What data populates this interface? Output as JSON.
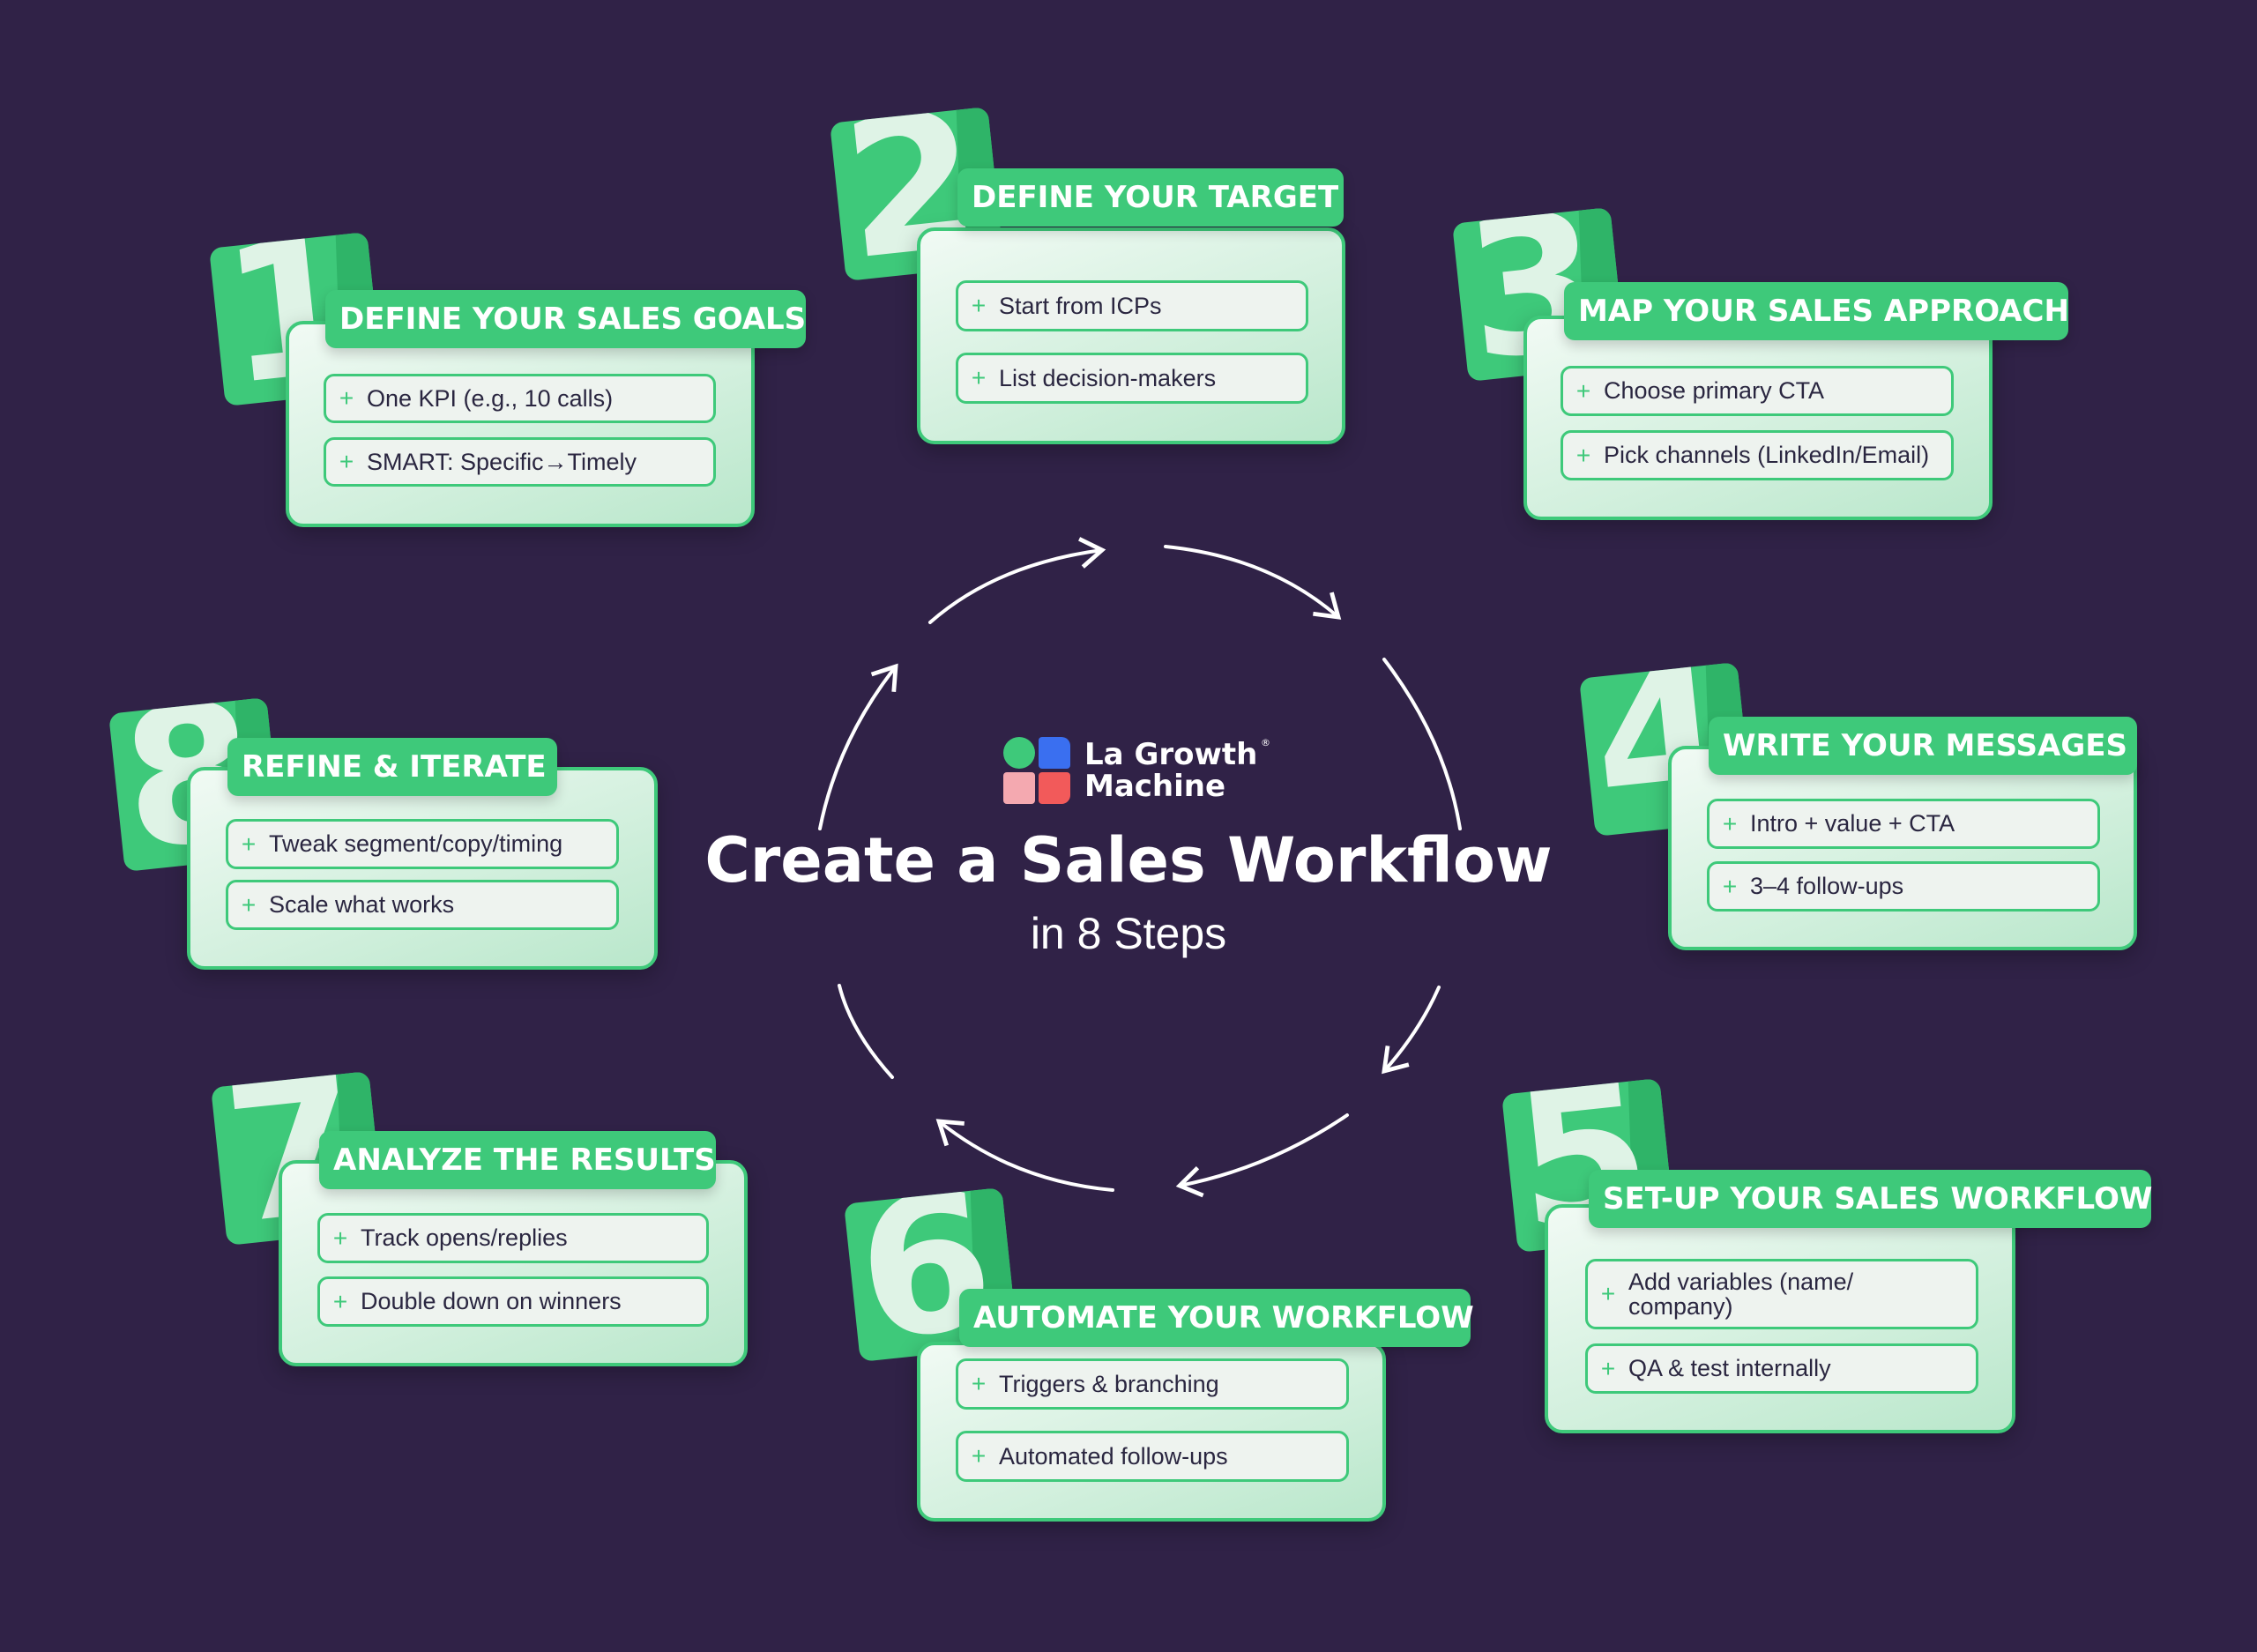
{
  "brand": {
    "line1": "La Growth",
    "line2": "Machine",
    "reg": "®"
  },
  "title": "Create a Sales Workflow",
  "subtitle": "in 8 Steps",
  "colors": {
    "background": "#302247",
    "accent": "#3ec97a",
    "card": "#e6f6ec"
  },
  "steps": [
    {
      "number": "1",
      "title": "DEFINE YOUR SALES GOALS",
      "items": [
        "One KPI (e.g., 10 calls)",
        "SMART: Specific→Timely"
      ]
    },
    {
      "number": "2",
      "title": "DEFINE YOUR TARGET",
      "items": [
        "Start from ICPs",
        "List decision-makers"
      ]
    },
    {
      "number": "3",
      "title": "MAP YOUR SALES APPROACH",
      "items": [
        "Choose primary CTA",
        "Pick channels (LinkedIn/Email)"
      ]
    },
    {
      "number": "4",
      "title": "WRITE YOUR MESSAGES",
      "items": [
        "Intro + value + CTA",
        "3–4 follow-ups"
      ]
    },
    {
      "number": "5",
      "title": "SET-UP YOUR SALES WORKFLOW",
      "items": [
        "Add variables (name/ company)",
        "QA & test internally"
      ]
    },
    {
      "number": "6",
      "title": "AUTOMATE YOUR WORKFLOW",
      "items": [
        "Triggers & branching",
        "Automated follow-ups"
      ]
    },
    {
      "number": "7",
      "title": "ANALYZE THE RESULTS",
      "items": [
        "Track opens/replies",
        "Double down on winners"
      ]
    },
    {
      "number": "8",
      "title": "REFINE & ITERATE",
      "items": [
        "Tweak segment/copy/timing",
        "Scale what works"
      ]
    }
  ]
}
